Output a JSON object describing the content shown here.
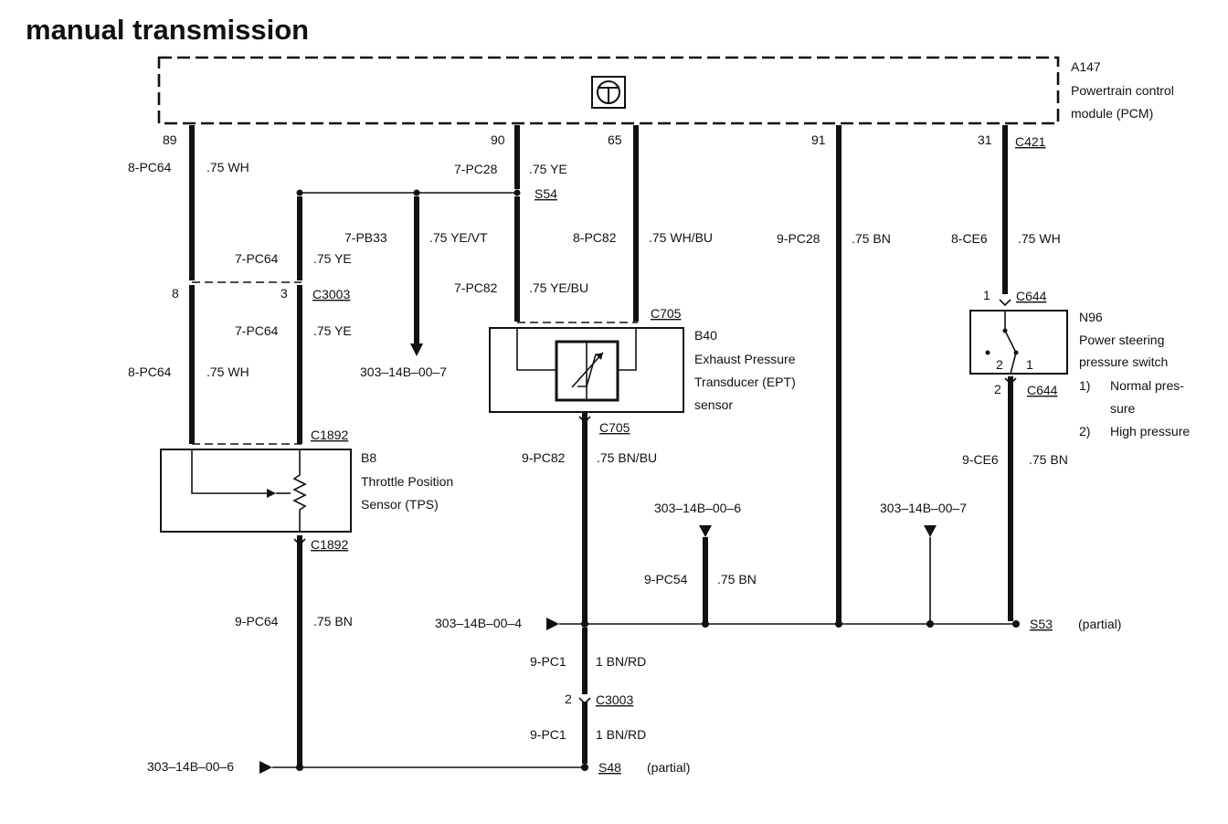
{
  "title": "manual transmission",
  "pcm": {
    "id": "A147",
    "name_line1": "Powertrain control",
    "name_line2": "module (PCM)",
    "connector": "C421",
    "pins": [
      "89",
      "90",
      "65",
      "91",
      "31"
    ]
  },
  "wires": {
    "pc64_8": {
      "circuit": "8-PC64",
      "spec": ".75 WH"
    },
    "pc28_7": {
      "circuit": "7-PC28",
      "spec": ".75 YE"
    },
    "pb33_7": {
      "circuit": "7-PB33",
      "spec": ".75 YE/VT"
    },
    "pc82_8": {
      "circuit": "8-PC82",
      "spec": ".75 WH/BU"
    },
    "pc28_9": {
      "circuit": "9-PC28",
      "spec": ".75 BN"
    },
    "ce6_8": {
      "circuit": "8-CE6",
      "spec": ".75 WH"
    },
    "pc64_7a": {
      "circuit": "7-PC64",
      "spec": ".75 YE"
    },
    "pc82_7": {
      "circuit": "7-PC82",
      "spec": ".75 YE/BU"
    },
    "pc64_7b": {
      "circuit": "7-PC64",
      "spec": ".75 YE"
    },
    "pc64_8b": {
      "circuit": "8-PC64",
      "spec": ".75 WH"
    },
    "pc82_9": {
      "circuit": "9-PC82",
      "spec": ".75 BN/BU"
    },
    "ce6_9": {
      "circuit": "9-CE6",
      "spec": ".75 BN"
    },
    "pc54_9": {
      "circuit": "9-PC54",
      "spec": ".75 BN"
    },
    "pc64_9": {
      "circuit": "9-PC64",
      "spec": ".75 BN"
    },
    "pc1_a": {
      "circuit": "9-PC1",
      "spec": "1 BN/RD"
    },
    "pc1_b": {
      "circuit": "9-PC1",
      "spec": "1 BN/RD"
    }
  },
  "splices": {
    "s54": "S54",
    "s53": "S53",
    "s48": "S48",
    "partial": "(partial)"
  },
  "connectors": {
    "c3003": "C3003",
    "c3003_pin_left": "8",
    "c3003_pin_right": "3",
    "c1892_top": "C1892",
    "c1892_bottom": "C1892",
    "c705_top": "C705",
    "c705_bottom": "C705",
    "c644_top": "C644",
    "c644_pin_top": "1",
    "c644_bottom": "C644",
    "c644_pin_bottom": "2",
    "c3003_lower": "C3003",
    "c3003_lower_pin": "2"
  },
  "components": {
    "tps": {
      "id": "B8",
      "line1": "Throttle Position",
      "line2": "Sensor (TPS)"
    },
    "ept": {
      "id": "B40",
      "line1": "Exhaust Pressure",
      "line2": "Transducer (EPT)",
      "line3": "sensor"
    },
    "psp": {
      "id": "N96",
      "line1": "Power steering",
      "line2": "pressure switch",
      "n1": "1)",
      "note1a": "Normal pres-",
      "note1b": "sure",
      "n2": "2)",
      "note2": "High pressure",
      "pin2": "2",
      "pin1": "1"
    }
  },
  "references": {
    "r_pb33": "303–14B–00–7",
    "r_mid6": "303–14B–00–6",
    "r_mid7": "303–14B–00–7",
    "r_s53": "303–14B–00–4",
    "r_s48": "303–14B–00–6"
  },
  "colors": {
    "ink": "#111111",
    "paper": "#ffffff"
  }
}
